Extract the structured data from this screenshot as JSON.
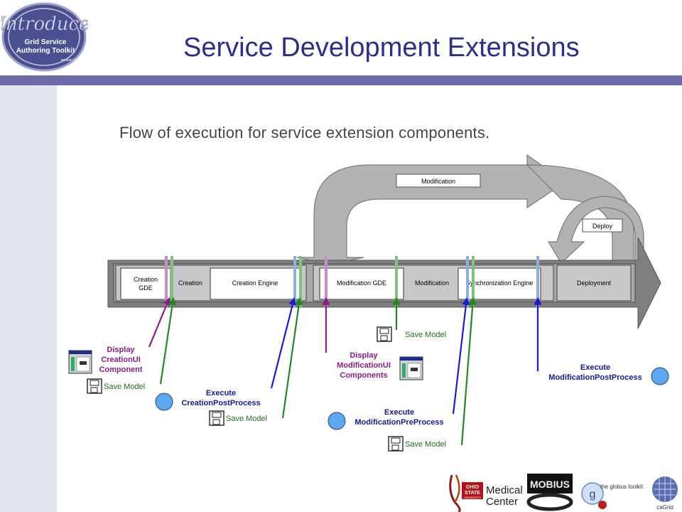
{
  "slide": {
    "title": "Service Development Extensions",
    "subtitle": "Flow of execution for service extension components."
  },
  "logo": {
    "line1": "Introduce",
    "line2": "Grid Service",
    "line3": "Authoring Toolkit",
    "line4": "version 1.0"
  },
  "diagram": {
    "boxes": {
      "creation_gde": "Creation GDE",
      "creation": "Creation",
      "creation_engine": "Creation Engine",
      "modification_gde": "Modification GDE",
      "modification": "Modification",
      "sync_engine": "Synchronization Engine",
      "deployment": "Deployment"
    },
    "arc_labels": {
      "modification": "Modification",
      "deploy": "Deploy"
    },
    "annotations": {
      "display_creation": [
        "Display",
        "CreationUI",
        "Component"
      ],
      "display_modification": [
        "Display",
        "ModificationUI",
        "Components"
      ],
      "exec_creation_post": [
        "Execute",
        "CreationPostProcess"
      ],
      "exec_mod_pre": [
        "Execute",
        "ModificationPreProcess"
      ],
      "exec_mod_post": [
        "Execute",
        "ModificationPostProcess"
      ],
      "save_model": "Save Model"
    },
    "colors": {
      "purple": "#8b1a8b",
      "green": "#1f8a1f",
      "blue": "#1a1ad0",
      "title": "#2d2d91",
      "rule": "#6f6ba8"
    }
  },
  "footer": {
    "medical_center": [
      "Medical",
      "Center"
    ],
    "osu": [
      "OHIO",
      "STATE",
      "UNIVERSITY"
    ],
    "mobius": "MOBIUS",
    "globus": "the globus toolkit",
    "cagrid": "caGrid"
  }
}
